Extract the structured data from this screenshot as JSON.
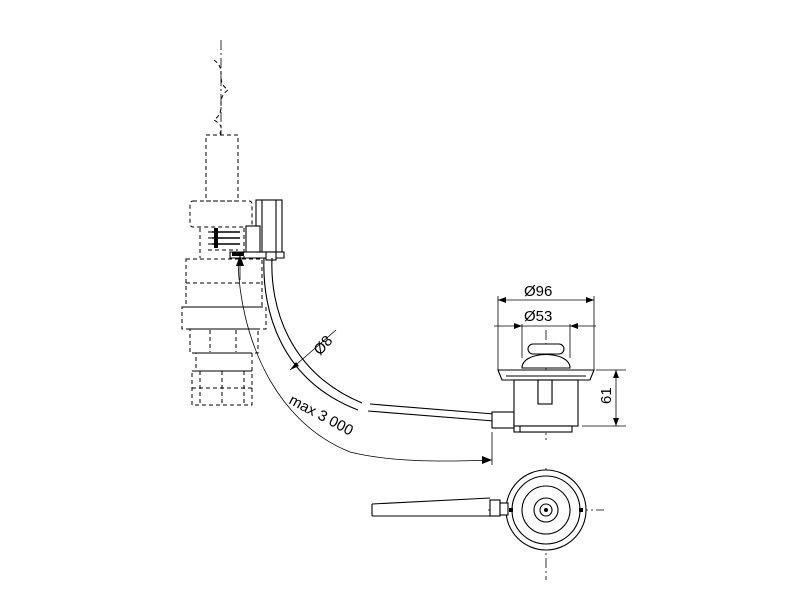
{
  "dimensions": {
    "outer_diameter": "Ø96",
    "inner_diameter": "Ø53",
    "height": "61",
    "hose_diameter": "Ø8",
    "hose_length": "max 3 000"
  }
}
